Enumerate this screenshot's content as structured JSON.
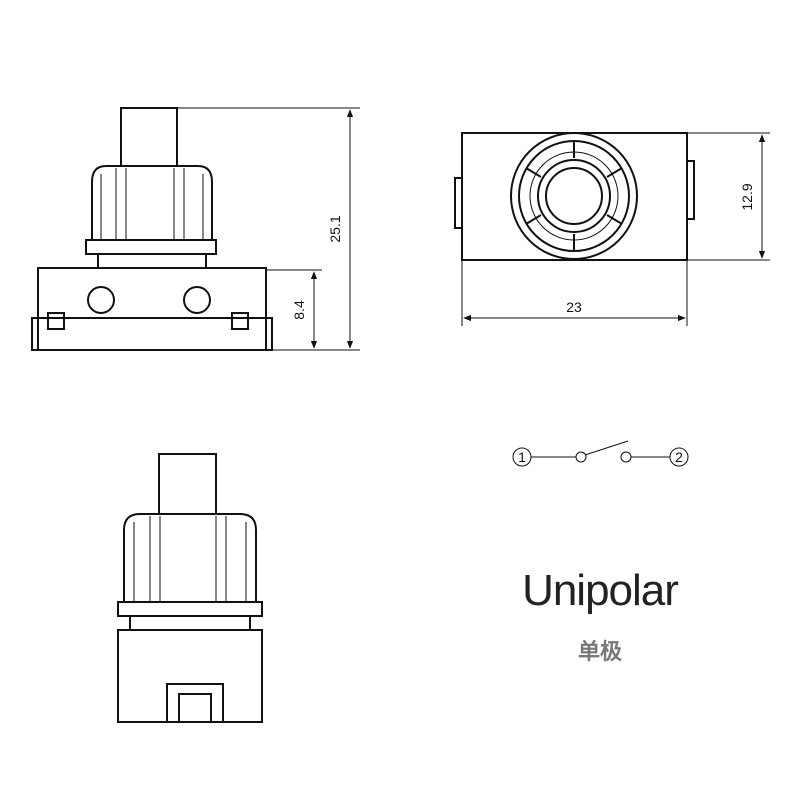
{
  "dimensions": {
    "total_height": "25.1",
    "base_height": "8.4",
    "width_top_view": "23",
    "height_top_view": "12.9"
  },
  "schematic": {
    "terminal_1": "1",
    "terminal_2": "2"
  },
  "labels": {
    "title_en": "Unipolar",
    "title_cn": "单极"
  }
}
